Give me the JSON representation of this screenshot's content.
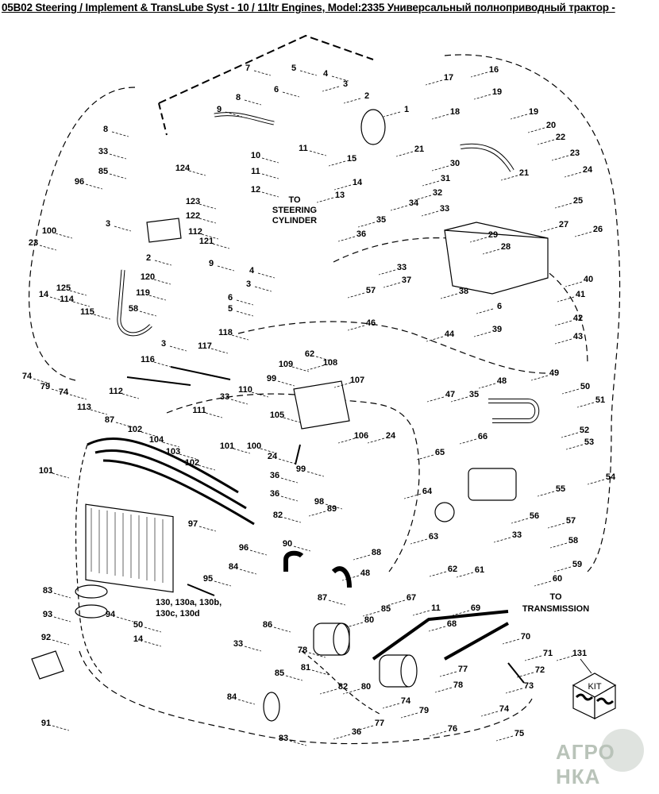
{
  "title": "05B02 Steering / Implement & TransLube Syst - 10 / 11ltr Engines, Model:2335 Универсальный полноприводный трактор -",
  "notes": {
    "to_steering": [
      "TO",
      "STEERING",
      "CYLINDER"
    ],
    "to_transmission": [
      "TO",
      "TRANSMISSION"
    ],
    "cooler_refs": [
      "130, 130a, 130b,",
      "130c, 130d"
    ],
    "kit_label": "KIT"
  },
  "watermark": "АГРО НКА",
  "callouts": [
    "7",
    "5",
    "4",
    "3",
    "2",
    "1",
    "6",
    "8",
    "9",
    "10",
    "11",
    "11",
    "12",
    "13",
    "14",
    "15",
    "8",
    "33",
    "85",
    "96",
    "124",
    "123",
    "122",
    "112",
    "121",
    "3",
    "100",
    "23",
    "2",
    "120",
    "125",
    "119",
    "9",
    "4",
    "3",
    "6",
    "5",
    "58",
    "115",
    "114",
    "14",
    "118",
    "117",
    "3",
    "116",
    "74",
    "79",
    "74",
    "113",
    "112",
    "33",
    "110",
    "111",
    "99",
    "109",
    "62",
    "108",
    "107",
    "24",
    "105",
    "100",
    "24",
    "106",
    "99",
    "98",
    "101",
    "87",
    "102",
    "104",
    "103",
    "101",
    "102",
    "36",
    "36",
    "82",
    "97",
    "96",
    "84",
    "95",
    "83",
    "93",
    "94",
    "50",
    "14",
    "92",
    "91",
    "89",
    "90",
    "88",
    "48",
    "87",
    "85",
    "86",
    "80",
    "78",
    "81",
    "33",
    "85",
    "84",
    "83",
    "36",
    "77",
    "82",
    "80",
    "74",
    "79",
    "76",
    "74",
    "75",
    "78",
    "77",
    "67",
    "11",
    "68",
    "69",
    "70",
    "71",
    "72",
    "73",
    "131",
    "17",
    "16",
    "19",
    "18",
    "19",
    "20",
    "21",
    "22",
    "23",
    "30",
    "21",
    "24",
    "31",
    "32",
    "25",
    "34",
    "33",
    "29",
    "28",
    "27",
    "26",
    "35",
    "36",
    "33",
    "37",
    "38",
    "40",
    "41",
    "57",
    "6",
    "42",
    "39",
    "43",
    "46",
    "44",
    "49",
    "48",
    "50",
    "51",
    "47",
    "35",
    "52",
    "53",
    "66",
    "65",
    "54",
    "55",
    "64",
    "56",
    "63",
    "57",
    "33",
    "58",
    "62",
    "61",
    "59",
    "60"
  ]
}
